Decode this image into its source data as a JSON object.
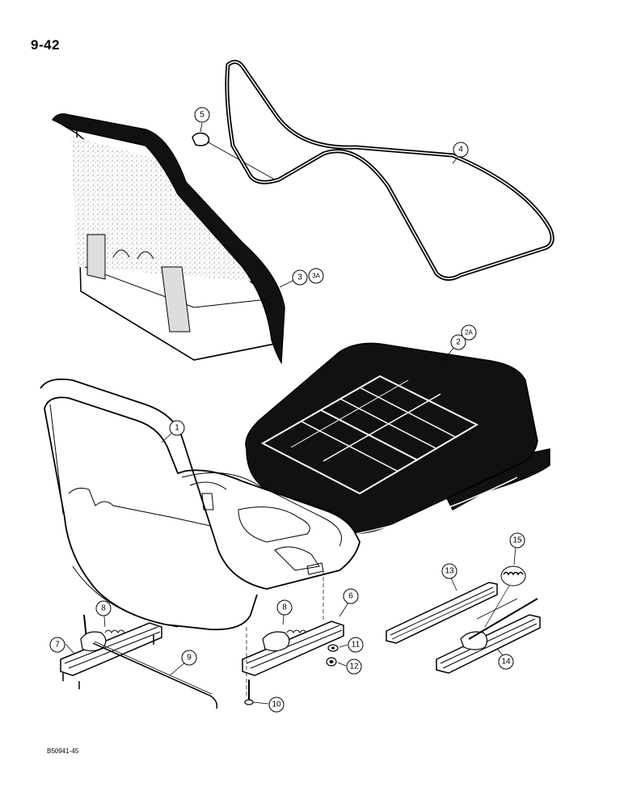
{
  "page_number": "9-42",
  "figure_code": "B50941-45",
  "callouts": [
    {
      "id": "c1",
      "label": "1"
    },
    {
      "id": "c2",
      "label": "2"
    },
    {
      "id": "c2a",
      "label": "2A"
    },
    {
      "id": "c3",
      "label": "3"
    },
    {
      "id": "c3a",
      "label": "3A"
    },
    {
      "id": "c4",
      "label": "4"
    },
    {
      "id": "c5",
      "label": "5"
    },
    {
      "id": "c6",
      "label": "6"
    },
    {
      "id": "c7",
      "label": "7"
    },
    {
      "id": "c8a",
      "label": "8"
    },
    {
      "id": "c8b",
      "label": "8"
    },
    {
      "id": "c9",
      "label": "9"
    },
    {
      "id": "c10",
      "label": "10"
    },
    {
      "id": "c11",
      "label": "11"
    },
    {
      "id": "c12",
      "label": "12"
    },
    {
      "id": "c13",
      "label": "13"
    },
    {
      "id": "c14",
      "label": "14"
    },
    {
      "id": "c15",
      "label": "15"
    }
  ]
}
